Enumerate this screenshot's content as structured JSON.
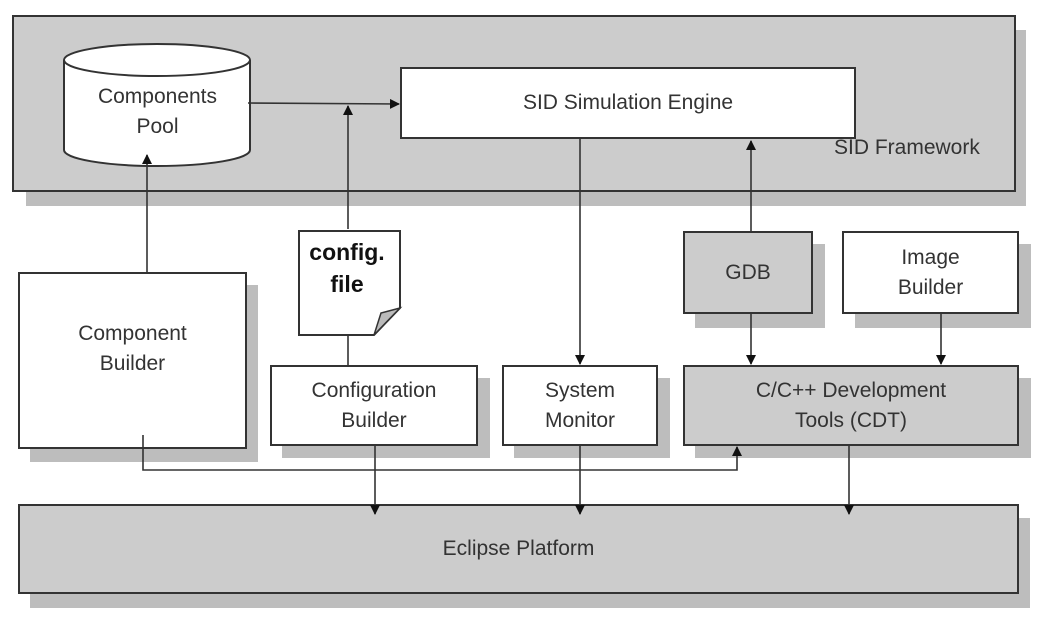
{
  "diagram": {
    "sid_framework": {
      "label": "SID Framework"
    },
    "components_pool": {
      "label": "Components\nPool"
    },
    "sim_engine": {
      "label": "SID Simulation Engine"
    },
    "config_file": {
      "label": "config.\nfile"
    },
    "gdb": {
      "label": "GDB"
    },
    "image_builder": {
      "label": "Image\nBuilder"
    },
    "component_builder": {
      "label": "Component\nBuilder"
    },
    "config_builder": {
      "label": "Configuration\nBuilder"
    },
    "system_monitor": {
      "label": "System\nMonitor"
    },
    "cdt": {
      "label": "C/C++ Development\nTools (CDT)"
    },
    "eclipse": {
      "label": "Eclipse Platform"
    }
  },
  "colors": {
    "frame_fill": "#cccccc",
    "shadow": "#bdbdbd",
    "stroke": "#333333",
    "box_fill": "#ffffff"
  }
}
